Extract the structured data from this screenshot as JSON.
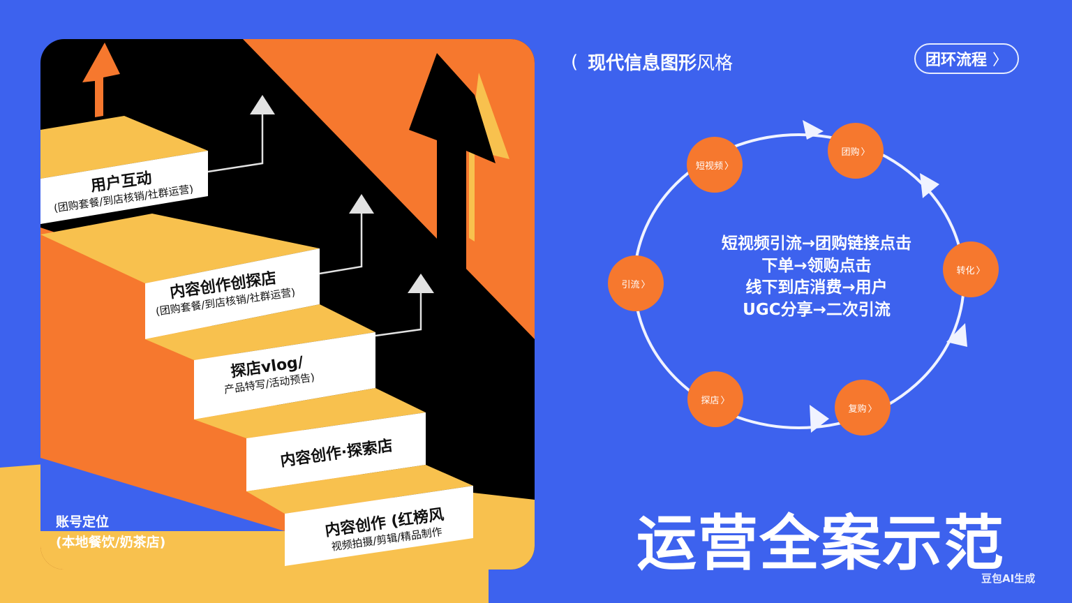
{
  "colors": {
    "background": "#3d62ee",
    "orange": "#f6782e",
    "yellow": "#f8c14e",
    "black": "#000000",
    "white": "#ffffff",
    "arrow_grey": "#e2e2e2"
  },
  "header": {
    "open_paren": "(",
    "style_bold": "现代信息图形",
    "style_light": "风格",
    "pill_label": "团环流程",
    "pill_chevron": "〉"
  },
  "staircase": {
    "steps": [
      {
        "title": "用户互动",
        "subtitle": "(团购套餐/到店核销/社群运营)"
      },
      {
        "title": "内容创作创探店",
        "subtitle": "(团购套餐/到店核销/社群运营)"
      },
      {
        "title": "探店vlog/",
        "subtitle": "产品特写/活动预告)"
      },
      {
        "title": "内容创作·探索店",
        "subtitle": ""
      },
      {
        "title": "内容创作 (红榜风",
        "subtitle": "视频拍摄/剪辑/精品制作"
      }
    ],
    "base": {
      "title": "账号定位",
      "subtitle": "(本地餐饮/奶茶店)"
    },
    "icons": [
      "orange-up-arrow",
      "black-up-arrow",
      "grey-triangle-arrow"
    ]
  },
  "cycle": {
    "nodes": [
      {
        "label": "短视频",
        "chevron": "〉"
      },
      {
        "label": "团购",
        "chevron": "〉"
      },
      {
        "label": "转化",
        "chevron": "〉"
      },
      {
        "label": "复购",
        "chevron": "〉"
      },
      {
        "label": "探店",
        "chevron": "〉"
      },
      {
        "label": "引流",
        "chevron": "〉"
      }
    ],
    "center_lines": [
      "短视频引流→团购链接点击",
      "下单→领购点击",
      "线下到店消费→用户",
      "UGC分享→二次引流"
    ]
  },
  "title": "运营全案示范",
  "watermark": "豆包AI生成"
}
